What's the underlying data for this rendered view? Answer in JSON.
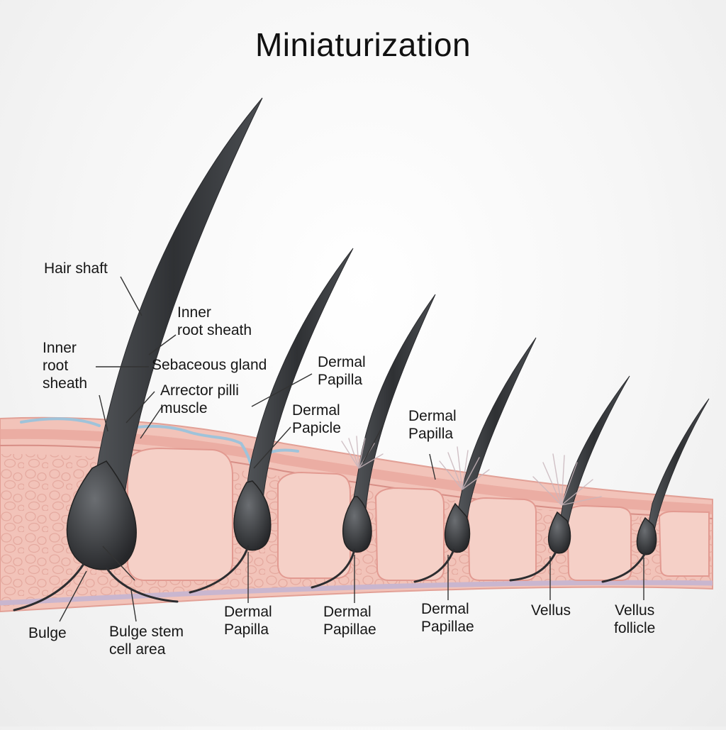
{
  "title": "Miniaturization",
  "labels": {
    "hair_shaft": "Hair shaft",
    "inner_root_sheath_left": "Inner\nroot\nsheath",
    "inner_root_sheath_top": "Inner\n root sheath",
    "sebaceous_gland": "Sebaceous gland",
    "arrector_pili": "Arrector pilli\nmuscle",
    "dermal_papilla_1": "Dermal\nPapilla",
    "dermal_papicle": "Dermal\nPapicle",
    "dermal_papilla_2": "Dermal\nPapilla",
    "bulge": "Bulge",
    "bulge_stem": "Bulge stem\n  cell area",
    "bottom_dermal_papilla": "Dermal\nPapilla",
    "bottom_dermal_papillae_1": "Dermal\nPapillae",
    "bottom_dermal_papillae_2": "Dermal\nPapillae",
    "vellus": "Vellus",
    "vellus_follicle": "Vellus\nfollicle"
  },
  "colors": {
    "skin": "#f2c3b9",
    "skin_band": "#e9a79d",
    "epidermis_line": "#d78e86",
    "outer_sheath": "#9fc3da",
    "hair": "#3f4144",
    "fat_cells": "#edb7ad",
    "base_layer": "#c9b6cf"
  }
}
